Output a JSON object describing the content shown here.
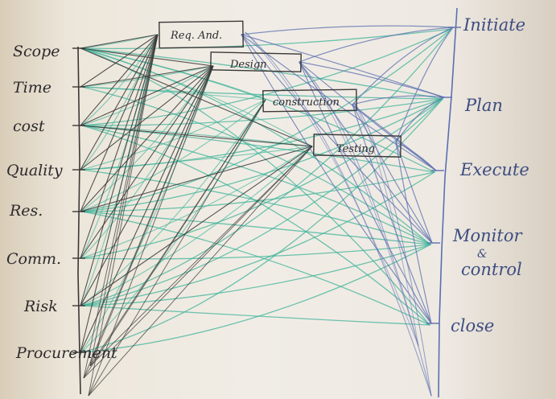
{
  "diagram": {
    "knowledge_areas": [
      "Scope",
      "Time",
      "cost",
      "Quality",
      "Res.",
      "Comm.",
      "Risk",
      "Procurement"
    ],
    "phases": [
      "Req. And.",
      "Design",
      "construction",
      "Testing"
    ],
    "process_groups": [
      "Initiate",
      "Plan",
      "Execute",
      "Monitor & control",
      "close"
    ],
    "colors": {
      "dark": "#3a3736",
      "teal": "#3fb39a",
      "blue": "#5b6fb0"
    }
  }
}
